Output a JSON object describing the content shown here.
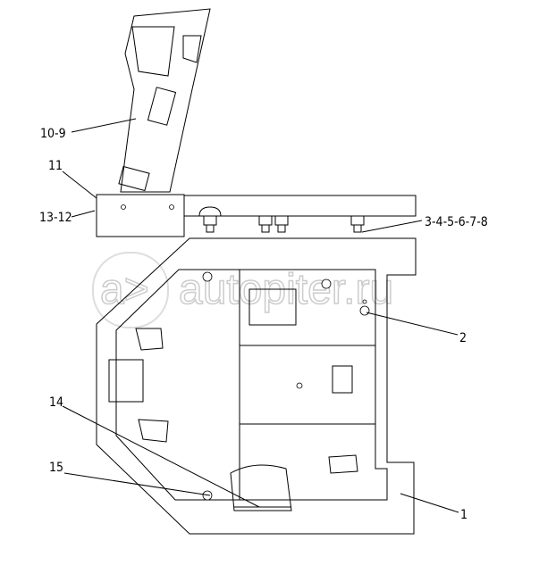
{
  "callouts": {
    "c10_9": "10-9",
    "c11": "11",
    "c13_12": "13-12",
    "c3_8": "3-4-5-6-7-8",
    "c2": "2",
    "c14": "14",
    "c15": "15",
    "c1": "1"
  },
  "watermark": "autopiter.ru"
}
